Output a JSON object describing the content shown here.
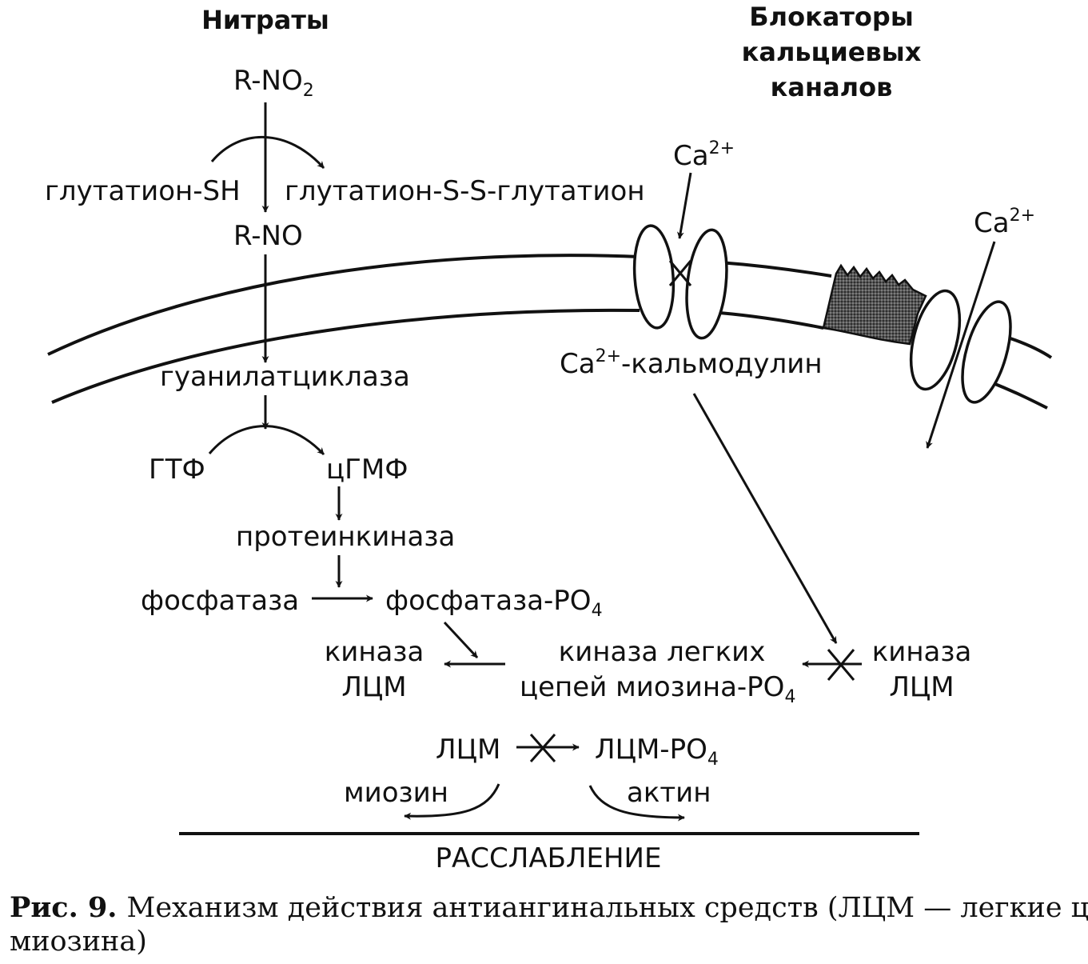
{
  "nitrates": {
    "title": "Нитраты",
    "rno2": "R-NO",
    "rno2_sub": "2",
    "glutathione_sh": "глутатион-SH",
    "glutathione_ssg": "глутатион-S-S-глутатион",
    "rno": "R-NO",
    "guanylate_cyclase": "гуанилатциклаза",
    "gtp": "ГТФ",
    "cgmp": "цГМФ",
    "protein_kinase": "протеинкиназа",
    "phosphatase": "фосфатаза",
    "phosphatase_po4": "фосфатаза-PO",
    "phosphatase_po4_sub": "4"
  },
  "blockers": {
    "title_line1": "Блокаторы",
    "title_line2": "кальциевых",
    "title_line3": "каналов",
    "ca_left": "Ca",
    "ca_left_sup": "2+",
    "ca_right": "Ca",
    "ca_right_sup": "2+",
    "ca_calmodulin": "Ca",
    "ca_calmodulin_sup": "2+",
    "ca_calmodulin_rest": "-кальмодулин"
  },
  "kinase": {
    "mlck_left_line1": "киназа",
    "mlck_left_line2": "ЛЦМ",
    "mlck_po4_line1": "киназа легких",
    "mlck_po4_line2": "цепей миозина-PO",
    "mlck_po4_sub": "4",
    "mlck_right_line1": "киназа",
    "mlck_right_line2": "ЛЦМ"
  },
  "lcm": {
    "lcm": "ЛЦМ",
    "lcm_po4": "ЛЦМ-PO",
    "lcm_po4_sub": "4",
    "myosin": "миозин",
    "actin": "актин",
    "relaxation": "РАССЛАБЛЕНИЕ"
  },
  "caption": {
    "label": "Рис. 9.",
    "line1": "Механизм действия антиангинальных средств (ЛЦМ — легкие цепи",
    "line2": "миозина)"
  }
}
